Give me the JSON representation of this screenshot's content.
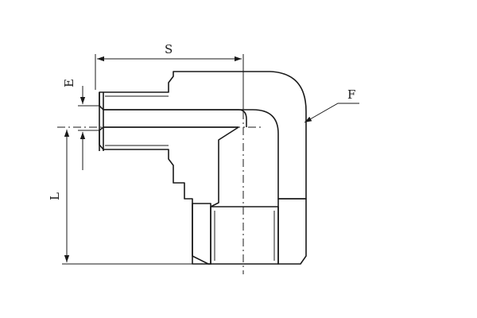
{
  "labels": {
    "s": "S",
    "e": "E",
    "l": "L",
    "f": "F"
  },
  "colors": {
    "line": "#1a1a1a",
    "background": "#ffffff"
  }
}
